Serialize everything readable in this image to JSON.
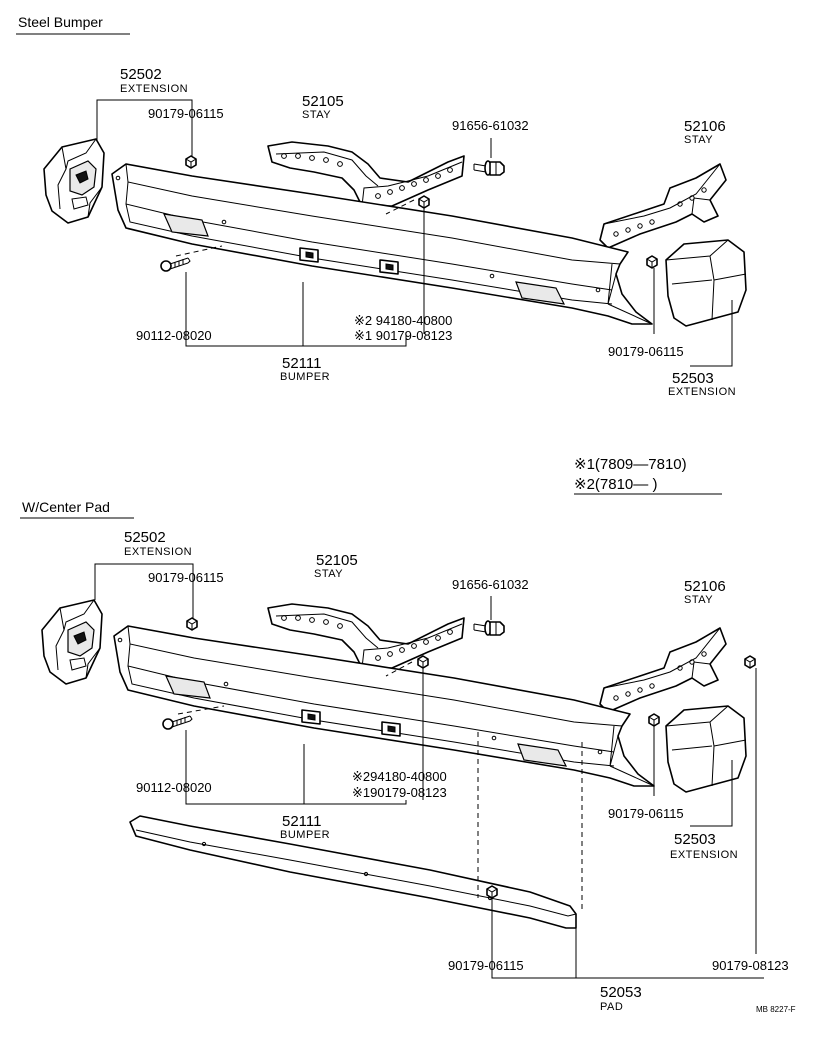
{
  "sections": [
    {
      "title": "Steel Bumper",
      "labels": {
        "ext_left_no": "52502",
        "ext_left_desc": "EXTENSION",
        "nut_left": "90179-06115",
        "stay_left_no": "52105",
        "stay_left_desc": "STAY",
        "bolt": "91656-61032",
        "stay_right_no": "52106",
        "stay_right_desc": "STAY",
        "screw": "90112-08020",
        "note2_part": "※2 94180-40800",
        "note1_part": "※1 90179-08123",
        "bumper_no": "52111",
        "bumper_desc": "BUMPER",
        "nut_right": "90179-06115",
        "ext_right_no": "52503",
        "ext_right_desc": "EXTENSION"
      }
    },
    {
      "title": "W/Center Pad",
      "labels": {
        "ext_left_no": "52502",
        "ext_left_desc": "EXTENSION",
        "nut_left": "90179-06115",
        "stay_left_no": "52105",
        "stay_left_desc": "STAY",
        "bolt": "91656-61032",
        "stay_right_no": "52106",
        "stay_right_desc": "STAY",
        "screw": "90112-08020",
        "note2_part": "※294180-40800",
        "note1_part": "※190179-08123",
        "bumper_no": "52111",
        "bumper_desc": "BUMPER",
        "nut_right": "90179-06115",
        "ext_right_no": "52503",
        "ext_right_desc": "EXTENSION",
        "pad_nut": "90179-06115",
        "pad_nut_right": "90179-08123",
        "pad_no": "52053",
        "pad_desc": "PAD"
      }
    }
  ],
  "notes": {
    "note1": "※1(7809—7810)",
    "note2": "※2(7810—      )"
  },
  "diagram_code": "MB 8227-F"
}
